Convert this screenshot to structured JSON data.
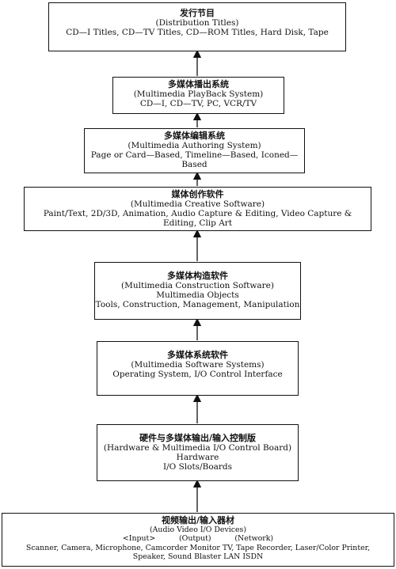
{
  "boxes": [
    {
      "title_zh": "发行节目",
      "title_en": "(Distribution Titles)",
      "lines": [
        "CD—I Titles, CD—TV Titles, CD—ROM Titles, Hard Disk, Tape"
      ]
    },
    {
      "title_zh": "多媒体播出系统",
      "title_en": "(Multimedia PlayBack System)",
      "lines": [
        "CD—I, CD—TV, PC, VCR/TV"
      ]
    },
    {
      "title_zh": "多媒体编辑系统",
      "title_en": "(Multimedia Authoring System)",
      "lines": [
        "Page or Card—Based, Timeline—Based, Iconed—",
        "Based"
      ]
    },
    {
      "title_zh": "媒体创作软件",
      "title_en": "(Multimedia Creative Software)",
      "lines": [
        "Paint/Text, 2D/3D, Animation, Audio Capture & Editing, Video Capture &",
        "Editing, Clip Art"
      ]
    },
    {
      "title_zh": "多媒体构造软件",
      "title_en": "(Multimedia Construction Software)",
      "lines": [
        "Multimedia Objects",
        "Tools, Construction, Management, Manipulation"
      ]
    },
    {
      "title_zh": "多媒体系统软件",
      "title_en": "(Multimedia Software Systems)",
      "lines": [
        "Operating System, I/O Control Interface"
      ]
    },
    {
      "title_zh": "硬件与多媒体输出/输入控制版",
      "title_en": "(Hardware & Multimedia I/O Control Board)",
      "lines": [
        "Hardware",
        "I/O Slots/Boards"
      ]
    },
    {
      "title_zh": "视频输出/输入器材",
      "title_en": "(Audio Video I/O Devices)",
      "lines": [
        "<Input>          (Output)          (Network)",
        "Scanner, Camera, Microphone, Camcorder Monitor TV, Tape Recorder, Laser/Color Printer,",
        "Speaker, Sound Blaster LAN ISDN"
      ]
    }
  ]
}
